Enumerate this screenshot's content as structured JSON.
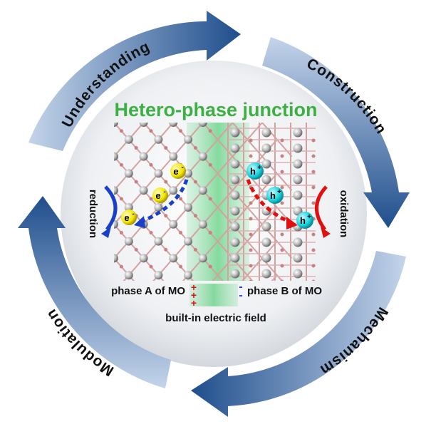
{
  "title": "Hetero-phase junction",
  "cycle": {
    "top_left": "Understanding",
    "top_right": "Construction",
    "bottom_right": "Mechanism",
    "bottom_left": "Modulation"
  },
  "center": {
    "electron_label": "e",
    "hole_label": "h",
    "electron_sup": "-",
    "hole_sup": "+",
    "left_process": "reduction",
    "right_process": "oxidation",
    "phase_a": "phase A of MO",
    "phase_b": "phase B of MO",
    "field_label": "built-in electric field",
    "plus_sign": "+",
    "minus_sign": "-"
  },
  "colors": {
    "arrow_dark": "#1f4e8c",
    "arrow_light": "#b8cce4",
    "title_green": "#3cb043",
    "junction_green": "#9fe0b0",
    "electron_yellow": "#f2e600",
    "hole_cyan": "#18d0dc",
    "reduction_blue": "#1a40c8",
    "oxidation_red": "#e01010"
  }
}
